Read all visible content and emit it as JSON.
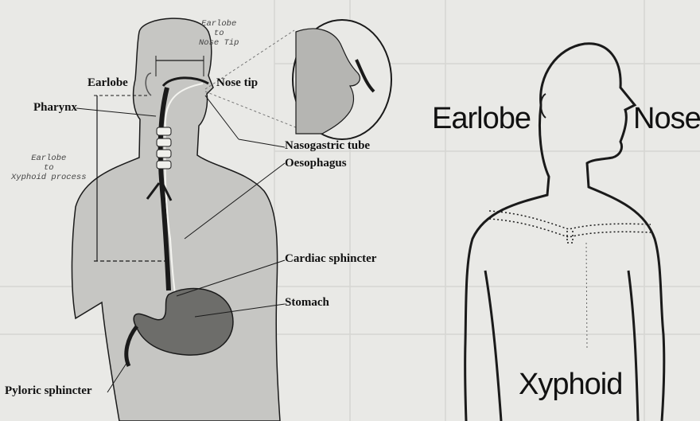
{
  "left_diagram": {
    "labels": {
      "earlobe_to_nose_tip_line1": "Earlobe",
      "earlobe_to_nose_tip_line2": "to",
      "earlobe_to_nose_tip_line3": "Nose Tip",
      "earlobe": "Earlobe",
      "nose_tip": "Nose tip",
      "pharynx": "Pharynx",
      "earlobe_to_xyphoid_line1": "Earlobe",
      "earlobe_to_xyphoid_line2": "to",
      "earlobe_to_xyphoid_line3": "Xyphoid process",
      "nasogastric_tube": "Nasogastric tube",
      "oesophagus": "Oesophagus",
      "cardiac_sphincter": "Cardiac sphincter",
      "stomach": "Stomach",
      "pyloric_sphincter": "Pyloric sphincter"
    }
  },
  "right_diagram": {
    "labels": {
      "earlobe": "Earlobe",
      "nose": "Nose",
      "xyphoid": "Xyphoid"
    }
  },
  "colors": {
    "body_fill": "#c6c6c3",
    "outline": "#1a1a1a",
    "background": "#e9e9e6"
  }
}
